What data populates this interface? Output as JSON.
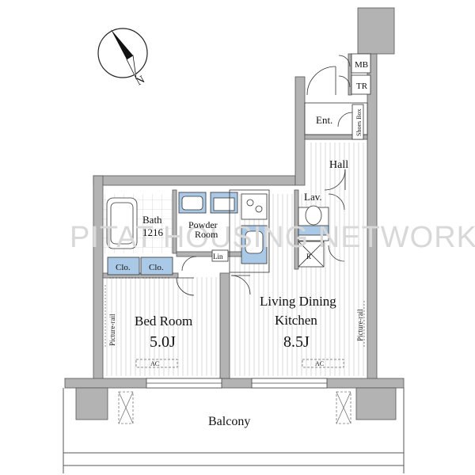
{
  "compass": {
    "north_label": "N"
  },
  "rooms": {
    "bedroom": {
      "name": "Bed Room",
      "size": "5.0J"
    },
    "ldk": {
      "line1": "Living Dining",
      "line2": "Kitchen",
      "size": "8.5J"
    },
    "bath": {
      "line1": "Bath",
      "line2": "1216"
    },
    "powder": {
      "line1": "Powder",
      "line2": "Room"
    },
    "hall": "Hall",
    "entrance": "Ent.",
    "lavatory": "Lav.",
    "balcony": "Balcony",
    "closet_left": "Clo.",
    "closet_right": "Clo.",
    "mb": "MB",
    "tr": "TR",
    "shoes_box": "Shoes Box",
    "linen": "Lin",
    "refrigerator": "R"
  },
  "annotations": {
    "picture_rail_left": "Picture-rail",
    "picture_rail_right": "Picture-rail",
    "ac_bedroom": "AC",
    "ac_ldk": "AC"
  },
  "watermark": "PITAT HOUSING NETWORK",
  "colors": {
    "wall": "#b3b3b3",
    "wall_edge": "#555555",
    "fixture_blue": "#a9c9e6",
    "line": "#222222"
  }
}
